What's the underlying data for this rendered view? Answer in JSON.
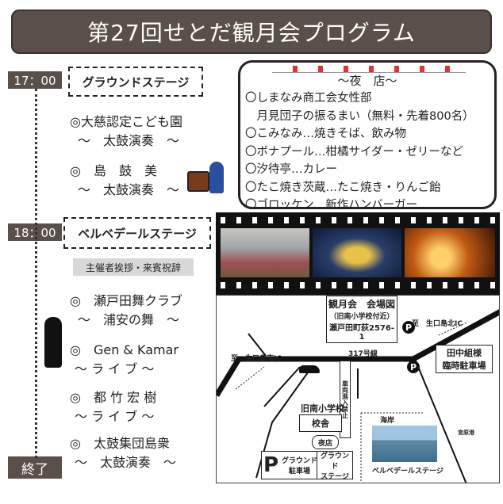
{
  "title": "第27回せとだ観月会プログラム",
  "timeline": {
    "t1": "17：00",
    "t2": "18：00",
    "end": "終了"
  },
  "ground_stage": {
    "label": "グラウンドステージ",
    "items": [
      {
        "name": "◎大慈認定こども園",
        "sub": "～　太鼓演奏　～"
      },
      {
        "name": "◎　島　鼓　美",
        "sub": "～　太鼓演奏　～"
      }
    ]
  },
  "belvedere_stage": {
    "label": "ベルベデールステージ",
    "tag": "主催者挨拶・来賓祝辞",
    "items": [
      {
        "name": "◎　瀬戸田舞クラブ",
        "sub": "～　浦安の舞　～"
      },
      {
        "name": "◎　Gen & Kamar",
        "sub": "～ ラ イ ブ ～"
      },
      {
        "name": "◎　都 竹 宏 樹",
        "sub": "～ ラ イ ブ ～"
      },
      {
        "name": "◎　太鼓集団島衆",
        "sub": "～　太鼓演奏　～"
      }
    ]
  },
  "stalls": {
    "heading": "～夜　店～",
    "items": [
      "〇しまなみ商工会女性部",
      "　月見団子の振るまい（無料・先着800名）",
      "〇こみなみ…焼きそば、飲み物",
      "〇ボナプール…柑橘サイダー・ゼリーなど",
      "〇汐待亭…カレー",
      "〇たこ焼き茨蔵…たこ焼き・りんご飴",
      "〇ゴロッケン…新作ハンバーガー"
    ]
  },
  "map": {
    "title": "観月会　会場図",
    "sub1": "（旧南小学校付近）",
    "sub2": "瀬戸田町荻2576-1",
    "route": "317号線",
    "to_north": "至　生口島北IC",
    "to_south": "至　生口島南IC",
    "no_entry": "車両進入禁止",
    "parking_tanaka": [
      "田中組様",
      "臨時駐車場"
    ],
    "school": "旧南小学校",
    "building": "校舎",
    "night_stall": "夜店",
    "ground_parking": [
      "グラウンド",
      "駐車場"
    ],
    "ground_stage": [
      "グラウンド",
      "ステージ"
    ],
    "coast": "海岸",
    "port": "宮原港",
    "belvedere": "ベルベデールステージ",
    "p": "P"
  }
}
